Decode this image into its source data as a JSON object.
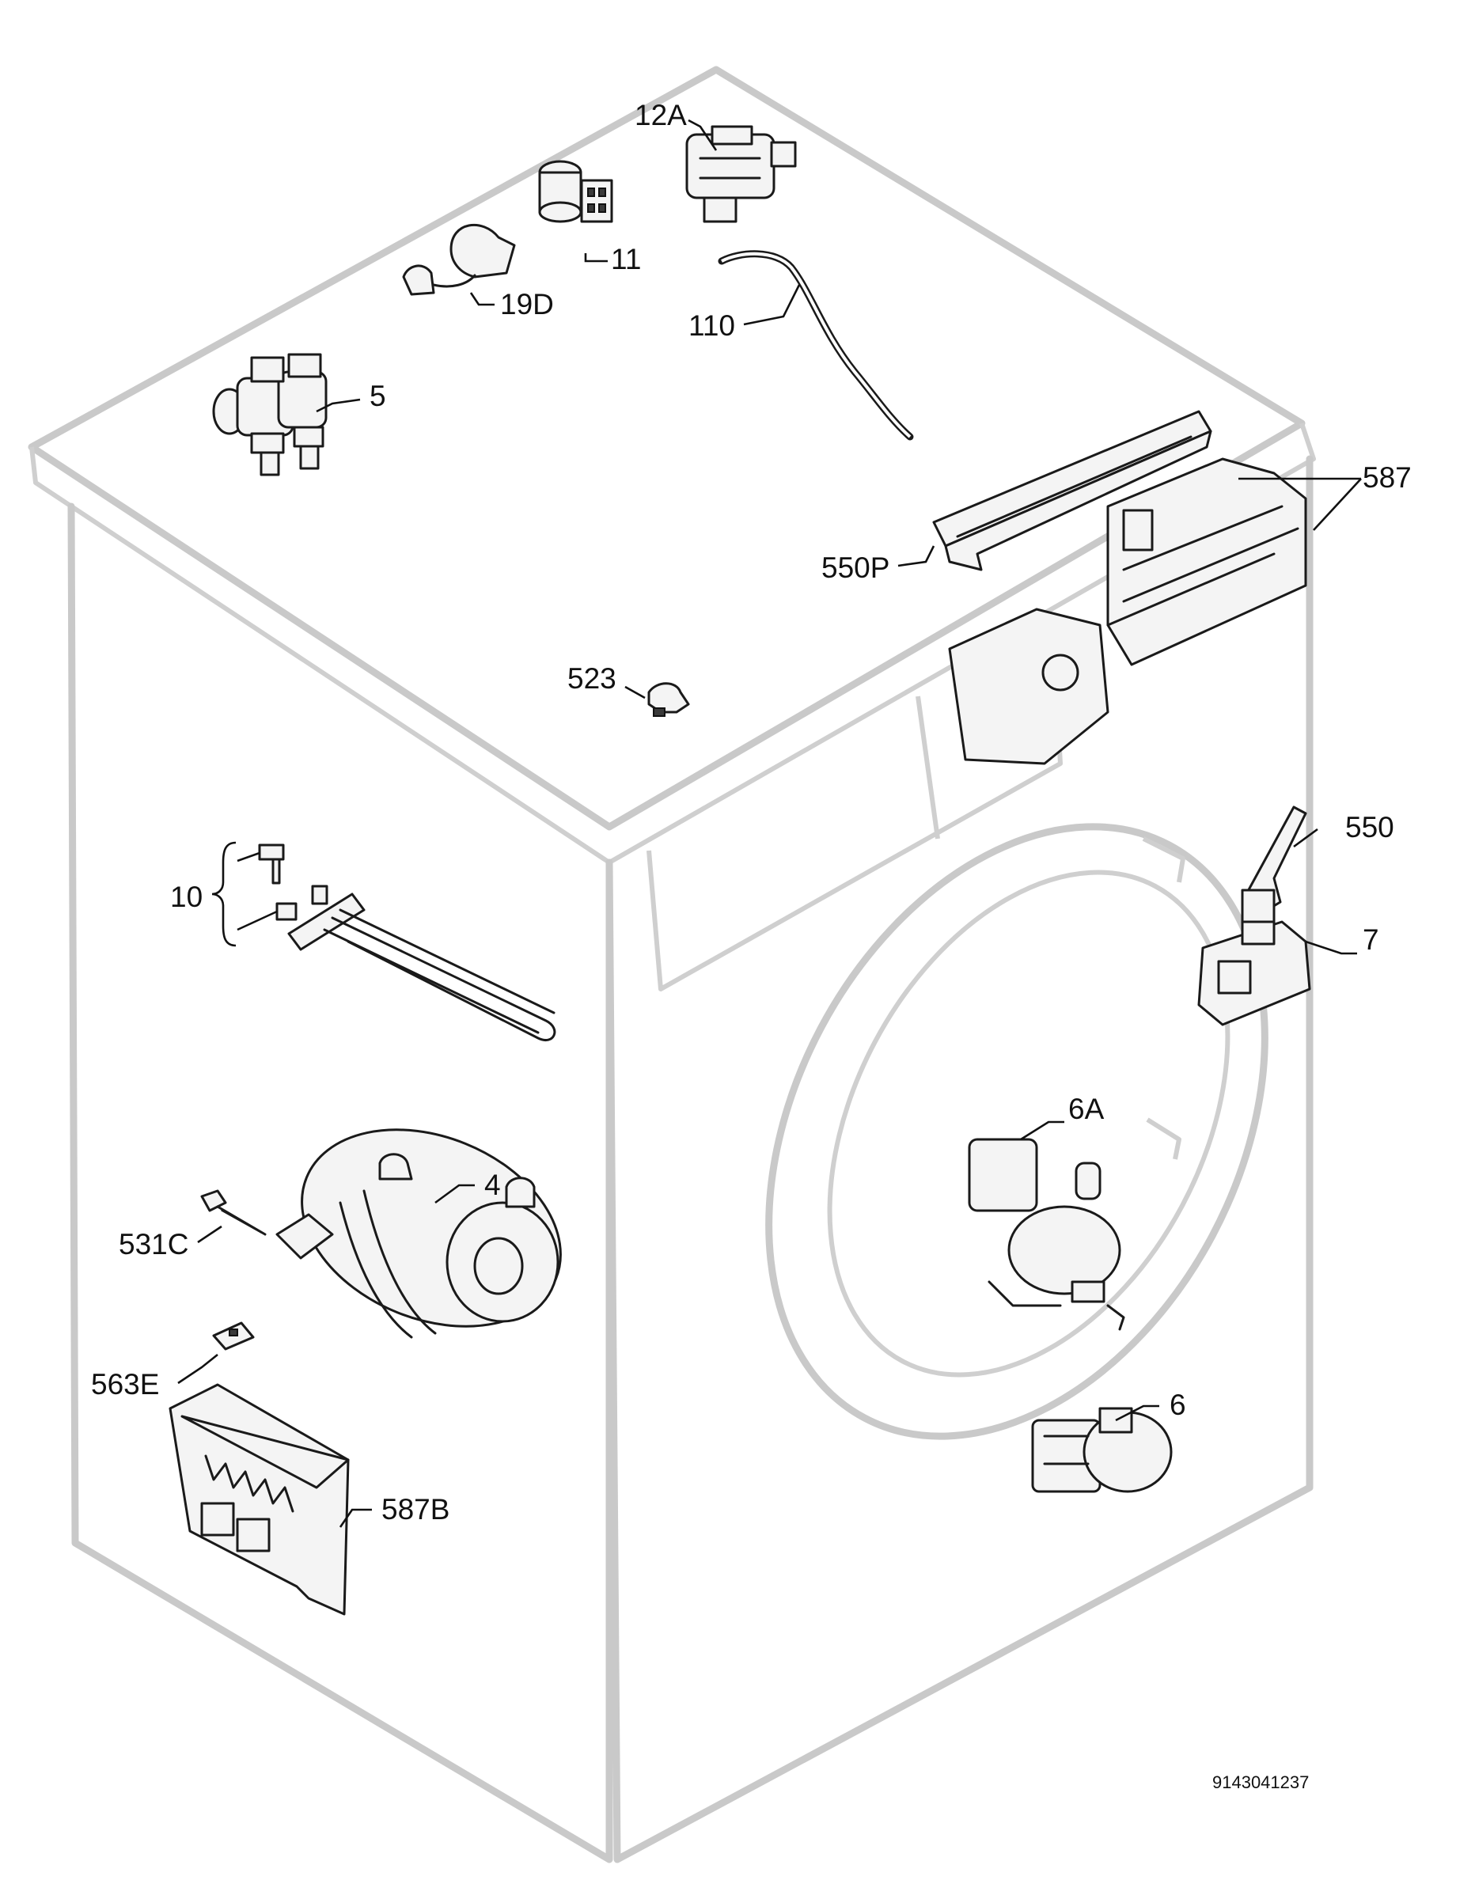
{
  "diagram": {
    "drawing_number": "9143041237",
    "callouts": [
      {
        "id": "c-12A",
        "label": "12A"
      },
      {
        "id": "c-11",
        "label": "11"
      },
      {
        "id": "c-19D",
        "label": "19D"
      },
      {
        "id": "c-110",
        "label": "110"
      },
      {
        "id": "c-5",
        "label": "5"
      },
      {
        "id": "c-587",
        "label": "587"
      },
      {
        "id": "c-550P",
        "label": "550P"
      },
      {
        "id": "c-523",
        "label": "523"
      },
      {
        "id": "c-550",
        "label": "550"
      },
      {
        "id": "c-10",
        "label": "10"
      },
      {
        "id": "c-7",
        "label": "7"
      },
      {
        "id": "c-6A",
        "label": "6A"
      },
      {
        "id": "c-4",
        "label": "4"
      },
      {
        "id": "c-531C",
        "label": "531C"
      },
      {
        "id": "c-563E",
        "label": "563E"
      },
      {
        "id": "c-6",
        "label": "6"
      },
      {
        "id": "c-587B",
        "label": "587B"
      }
    ]
  }
}
